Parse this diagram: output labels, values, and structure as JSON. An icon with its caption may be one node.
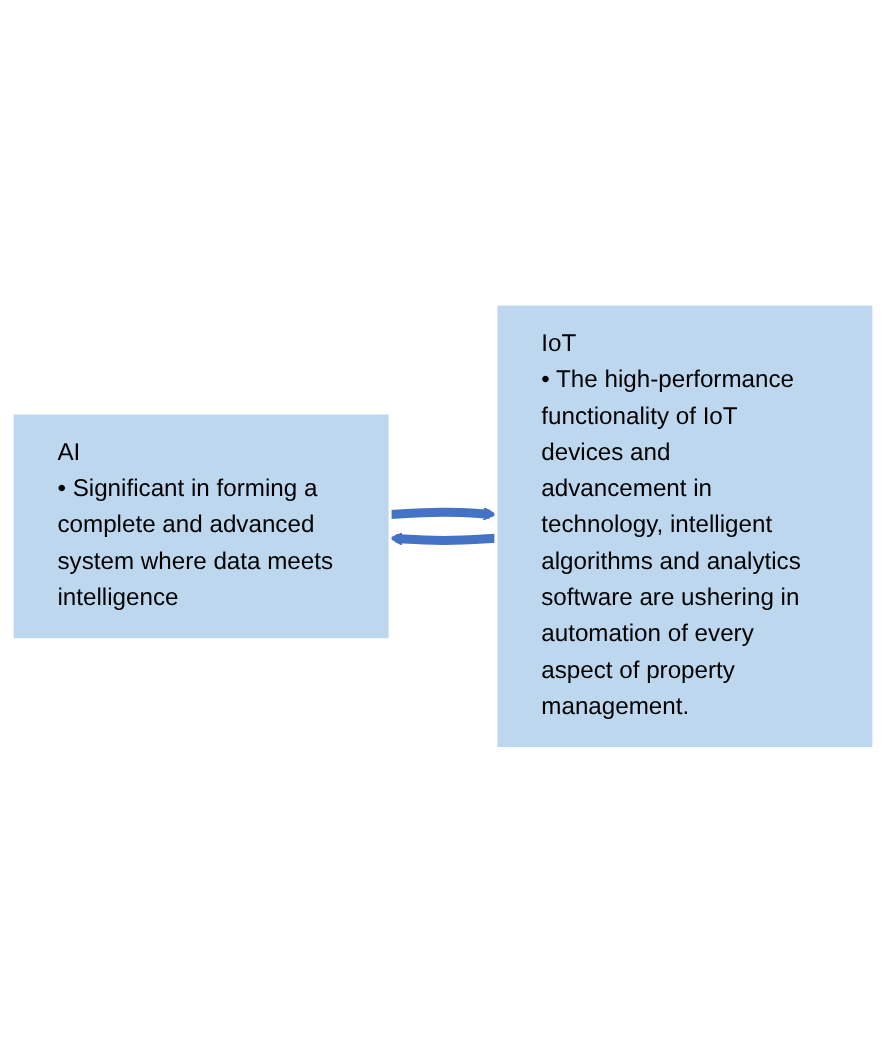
{
  "diagram": {
    "nodes": [
      {
        "text": [
          "AI",
          "• Significant in forming a complete and advanced system where data meets intelligence"
        ]
      },
      {
        "text": [
          "IoT",
          "• The high-performance functionality of IoT devices and advancement in technology, intelligent algorithms and analytics software are ushering in automation of every aspect of property management."
        ]
      }
    ],
    "edges": [
      {
        "from": 0,
        "to": 1,
        "arrow": "to"
      },
      {
        "from": 1,
        "to": 0,
        "arrow": "to"
      }
    ]
  }
}
